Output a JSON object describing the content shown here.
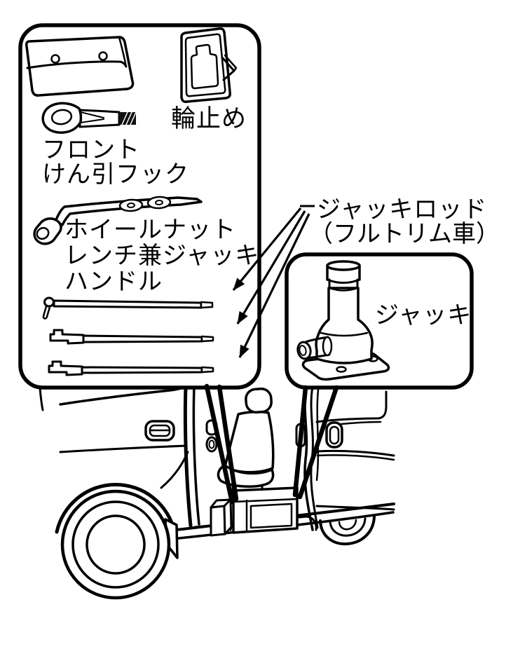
{
  "diagram_type": "vehicle-owners-manual tool storage illustration",
  "colors": {
    "line": "#000000",
    "background": "#ffffff"
  },
  "labels": {
    "wheel_chock": "輪止め",
    "tow_hook_1": "フロント",
    "tow_hook_2": "けん引フック",
    "wrench_1": "ホイールナット",
    "wrench_2": "レンチ兼ジャッキ",
    "wrench_3": "ハンドル",
    "jack_rod_1": "ジャッキロッド",
    "jack_rod_2": "（フルトリム車）",
    "jack": "ジャッキ"
  },
  "panels": {
    "tool_kit_panel": {
      "icons": [
        "tool-pouch-icon",
        "wheel-chock-icon",
        "tow-hook-icon",
        "wheel-nut-wrench-icon",
        "jack-rod-icon",
        "jack-rod-icon",
        "jack-rod-icon"
      ],
      "jack_rod_count": 3
    },
    "jack_panel": {
      "icons": [
        "bottle-jack-icon"
      ]
    }
  },
  "callouts": {
    "jack_rod_arrows_point_to": "three jack rods",
    "leader_lines_point_to": "storage space under front seat inside door opening"
  }
}
